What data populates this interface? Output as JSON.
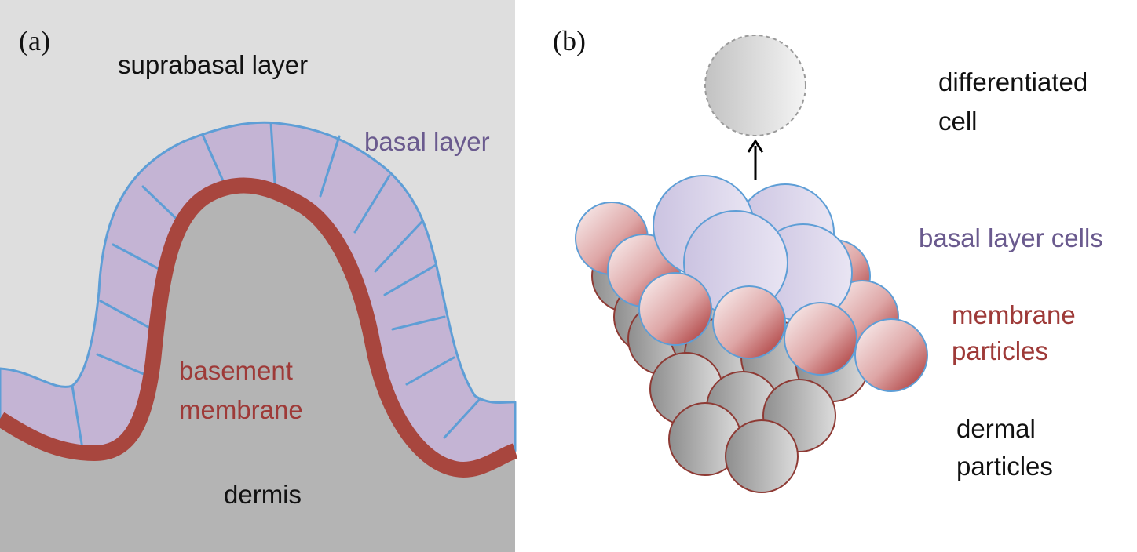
{
  "panel_a": {
    "panel_label": "(a)",
    "labels": {
      "suprabasal": "suprabasal layer",
      "basal": "basal layer",
      "basement_line1": "basement",
      "basement_line2": "membrane",
      "dermis": "dermis"
    }
  },
  "panel_b": {
    "panel_label": "(b)",
    "labels": {
      "differentiated_line1": "differentiated",
      "differentiated_line2": "cell",
      "basal_cells": "basal layer cells",
      "membrane_line1": "membrane",
      "membrane_line2": "particles",
      "dermal_line1": "dermal",
      "dermal_line2": "particles"
    }
  },
  "colors": {
    "suprabasal_bg": "#dedede",
    "dermis": "#b4b4b4",
    "basal_fill": "#c4b4d4",
    "basal_stroke": "#5e9ed6",
    "membrane": "#a8463e",
    "text_black": "#111111",
    "text_purple": "#6a5a8e",
    "text_red": "#9e3a38"
  }
}
